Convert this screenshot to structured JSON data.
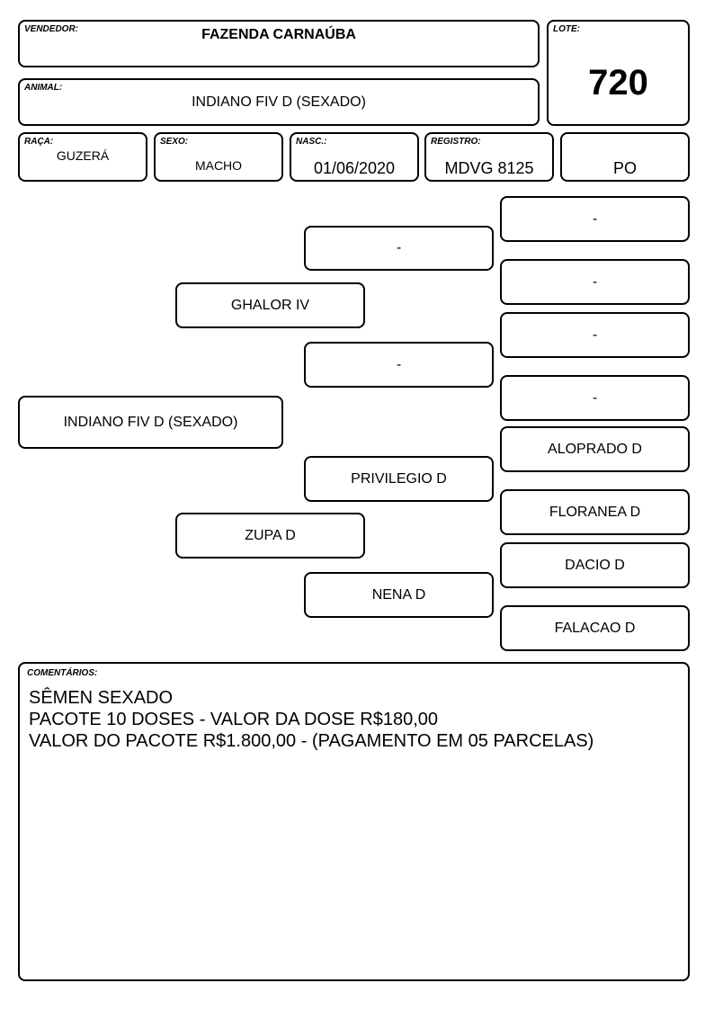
{
  "header": {
    "vendedor": {
      "label": "VENDEDOR:",
      "value": "FAZENDA CARNAÚBA"
    },
    "lote": {
      "label": "LOTE:",
      "value": "720"
    },
    "animal": {
      "label": "ANIMAL:",
      "value": "INDIANO FIV D (SEXADO)"
    },
    "raca": {
      "label": "RAÇA:",
      "value": "GUZERÁ"
    },
    "sexo": {
      "label": "SEXO:",
      "value": "MACHO"
    },
    "nasc": {
      "label": "NASC.:",
      "value": "01/06/2020"
    },
    "registro": {
      "label": "REGISTRO:",
      "value": "MDVG 8125"
    },
    "categoria": {
      "value": "PO"
    }
  },
  "pedigree": {
    "animal": "INDIANO FIV D (SEXADO)",
    "sire": "GHALOR IV",
    "dam": "ZUPA D",
    "sire_sire": "-",
    "sire_dam": "-",
    "dam_sire": "PRIVILEGIO D",
    "dam_dam": "NENA D",
    "ggp": [
      "-",
      "-",
      "-",
      "-",
      "ALOPRADO D",
      "FLORANEA D",
      "DACIO D",
      "FALACAO D"
    ]
  },
  "comments": {
    "label": "COMENTÁRIOS:",
    "lines": [
      "SÊMEN SEXADO",
      "PACOTE 10 DOSES - VALOR DA DOSE R$180,00",
      "VALOR DO PACOTE R$1.800,00 - (PAGAMENTO EM 05 PARCELAS)"
    ]
  }
}
